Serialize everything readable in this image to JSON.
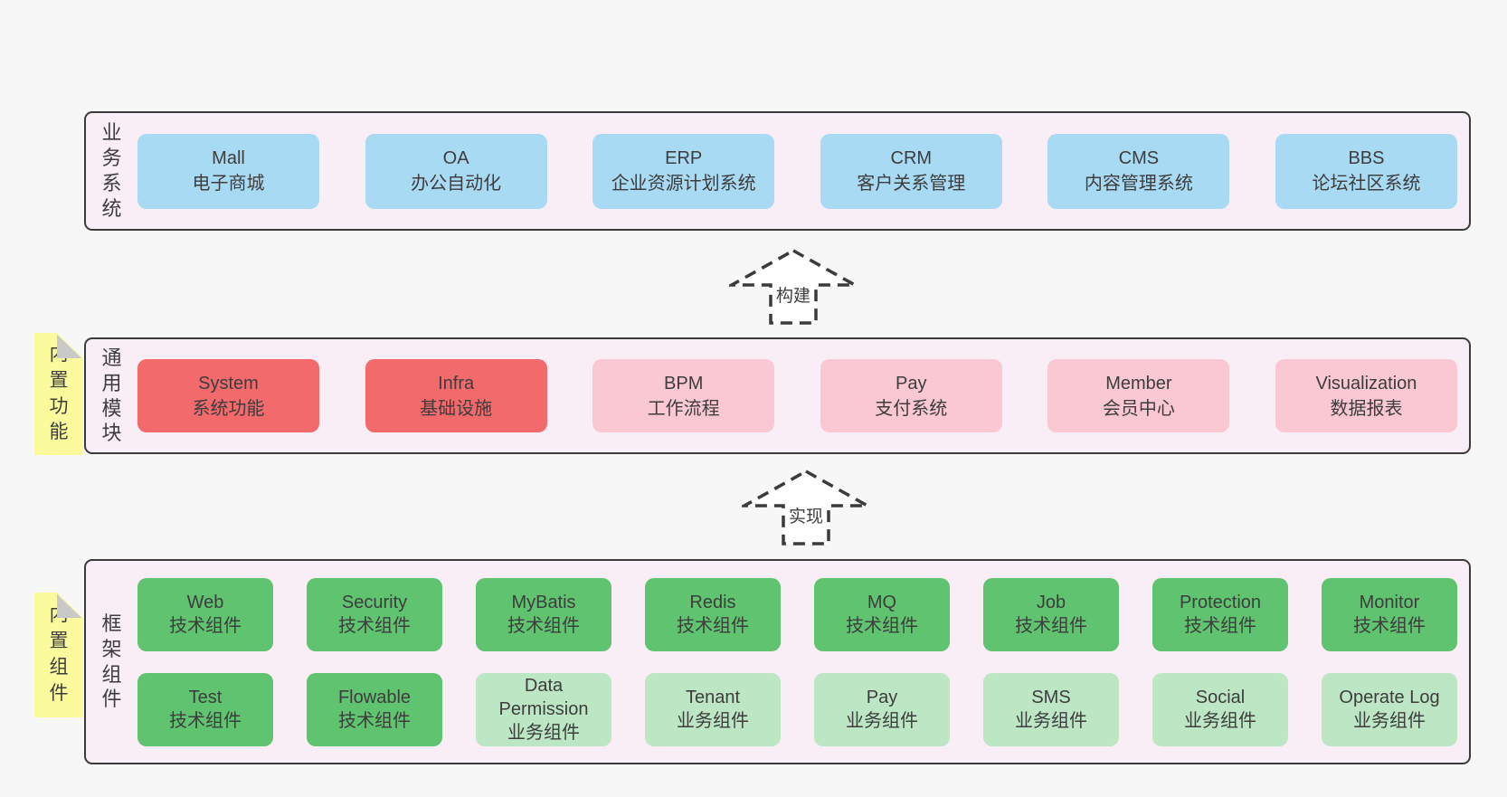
{
  "colors": {
    "pagebg": "#f7f7f7",
    "layerbg": "#f9edf6",
    "border": "#3b3b3b",
    "text": "#3d3d3d",
    "blue": "#a9daf4",
    "red": "#f26a6c",
    "pink": "#f9c8d2",
    "green": "#5fc36f",
    "lightgreen": "#bce6c4",
    "yellow": "#fbfb9e",
    "fold": "#c9c9c9",
    "arrowfill": "#ffffff"
  },
  "layers": [
    {
      "label": "业务系统",
      "boxes": [
        {
          "en": "Mall",
          "zh": "电子商城",
          "type": "blue"
        },
        {
          "en": "OA",
          "zh": "办公自动化",
          "type": "blue"
        },
        {
          "en": "ERP",
          "zh": "企业资源计划系统",
          "type": "blue"
        },
        {
          "en": "CRM",
          "zh": "客户关系管理",
          "type": "blue"
        },
        {
          "en": "CMS",
          "zh": "内容管理系统",
          "type": "blue"
        },
        {
          "en": "BBS",
          "zh": "论坛社区系统",
          "type": "blue"
        }
      ]
    },
    {
      "label": "通用模块",
      "note": "内置功能",
      "boxes": [
        {
          "en": "System",
          "zh": "系统功能",
          "type": "red"
        },
        {
          "en": "Infra",
          "zh": "基础设施",
          "type": "red"
        },
        {
          "en": "BPM",
          "zh": "工作流程",
          "type": "pink"
        },
        {
          "en": "Pay",
          "zh": "支付系统",
          "type": "pink"
        },
        {
          "en": "Member",
          "zh": "会员中心",
          "type": "pink"
        },
        {
          "en": "Visualization",
          "zh": "数据报表",
          "type": "pink"
        }
      ]
    },
    {
      "label": "框架组件",
      "note": "内置组件",
      "rows": [
        [
          {
            "en": "Web",
            "zh": "技术组件",
            "type": "green"
          },
          {
            "en": "Security",
            "zh": "技术组件",
            "type": "green"
          },
          {
            "en": "MyBatis",
            "zh": "技术组件",
            "type": "green"
          },
          {
            "en": "Redis",
            "zh": "技术组件",
            "type": "green"
          },
          {
            "en": "MQ",
            "zh": "技术组件",
            "type": "green"
          },
          {
            "en": "Job",
            "zh": "技术组件",
            "type": "green"
          },
          {
            "en": "Protection",
            "zh": "技术组件",
            "type": "green"
          },
          {
            "en": "Monitor",
            "zh": "技术组件",
            "type": "green"
          }
        ],
        [
          {
            "en": "Test",
            "zh": "技术组件",
            "type": "green"
          },
          {
            "en": "Flowable",
            "zh": "技术组件",
            "type": "green"
          },
          {
            "en": "Data Permission",
            "zh": "业务组件",
            "type": "lightgreen"
          },
          {
            "en": "Tenant",
            "zh": "业务组件",
            "type": "lightgreen"
          },
          {
            "en": "Pay",
            "zh": "业务组件",
            "type": "lightgreen"
          },
          {
            "en": "SMS",
            "zh": "业务组件",
            "type": "lightgreen"
          },
          {
            "en": "Social",
            "zh": "业务组件",
            "type": "lightgreen"
          },
          {
            "en": "Operate Log",
            "zh": "业务组件",
            "type": "lightgreen"
          }
        ]
      ]
    }
  ],
  "arrows": [
    {
      "label": "构建"
    },
    {
      "label": "实现"
    }
  ]
}
